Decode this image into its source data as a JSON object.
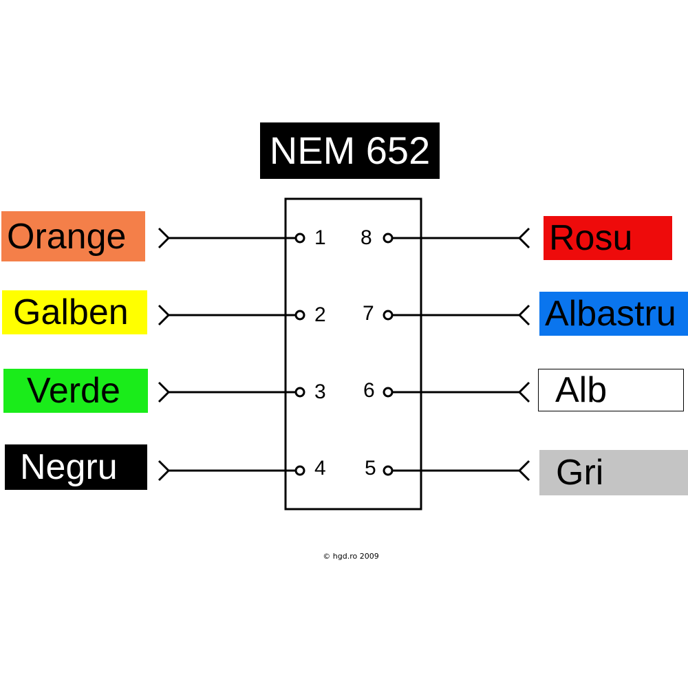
{
  "title": "NEM 652",
  "left_wires": [
    {
      "label": "Orange",
      "color": "#f47f49",
      "text_color": "#000000",
      "pin": "1"
    },
    {
      "label": "Galben",
      "color": "#ffff00",
      "text_color": "#000000",
      "pin": "2"
    },
    {
      "label": "Verde",
      "color": "#1aec1a",
      "text_color": "#000000",
      "pin": "3"
    },
    {
      "label": "Negru",
      "color": "#000000",
      "text_color": "#ffffff",
      "pin": "4"
    }
  ],
  "right_wires": [
    {
      "label": "Rosu",
      "color": "#ee0b0b",
      "text_color": "#000000",
      "pin": "8"
    },
    {
      "label": "Albastru",
      "color": "#0a75ee",
      "text_color": "#000000",
      "pin": "7"
    },
    {
      "label": "Alb",
      "color": "#ffffff",
      "text_color": "#000000",
      "pin": "6"
    },
    {
      "label": "Gri",
      "color": "#c4c4c4",
      "text_color": "#000000",
      "pin": "5"
    }
  ],
  "copyright": "© hgd.ro 2009"
}
